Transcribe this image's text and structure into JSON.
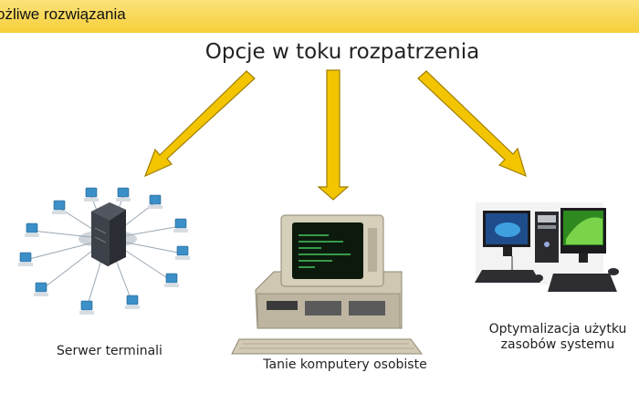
{
  "header": {
    "title": "ożliwe rozwiązania"
  },
  "main": {
    "title": "Opcje w toku rozpatrzenia",
    "options": [
      {
        "caption": "Serwer terminali"
      },
      {
        "caption": "Tanie komputery osobiste"
      },
      {
        "caption_line1": "Optymalizacja użytku",
        "caption_line2": "zasobów systemu"
      }
    ]
  },
  "colors": {
    "header": "#f7cf3a",
    "arrow": "#f2c500",
    "arrow_stroke": "#a07e00"
  }
}
